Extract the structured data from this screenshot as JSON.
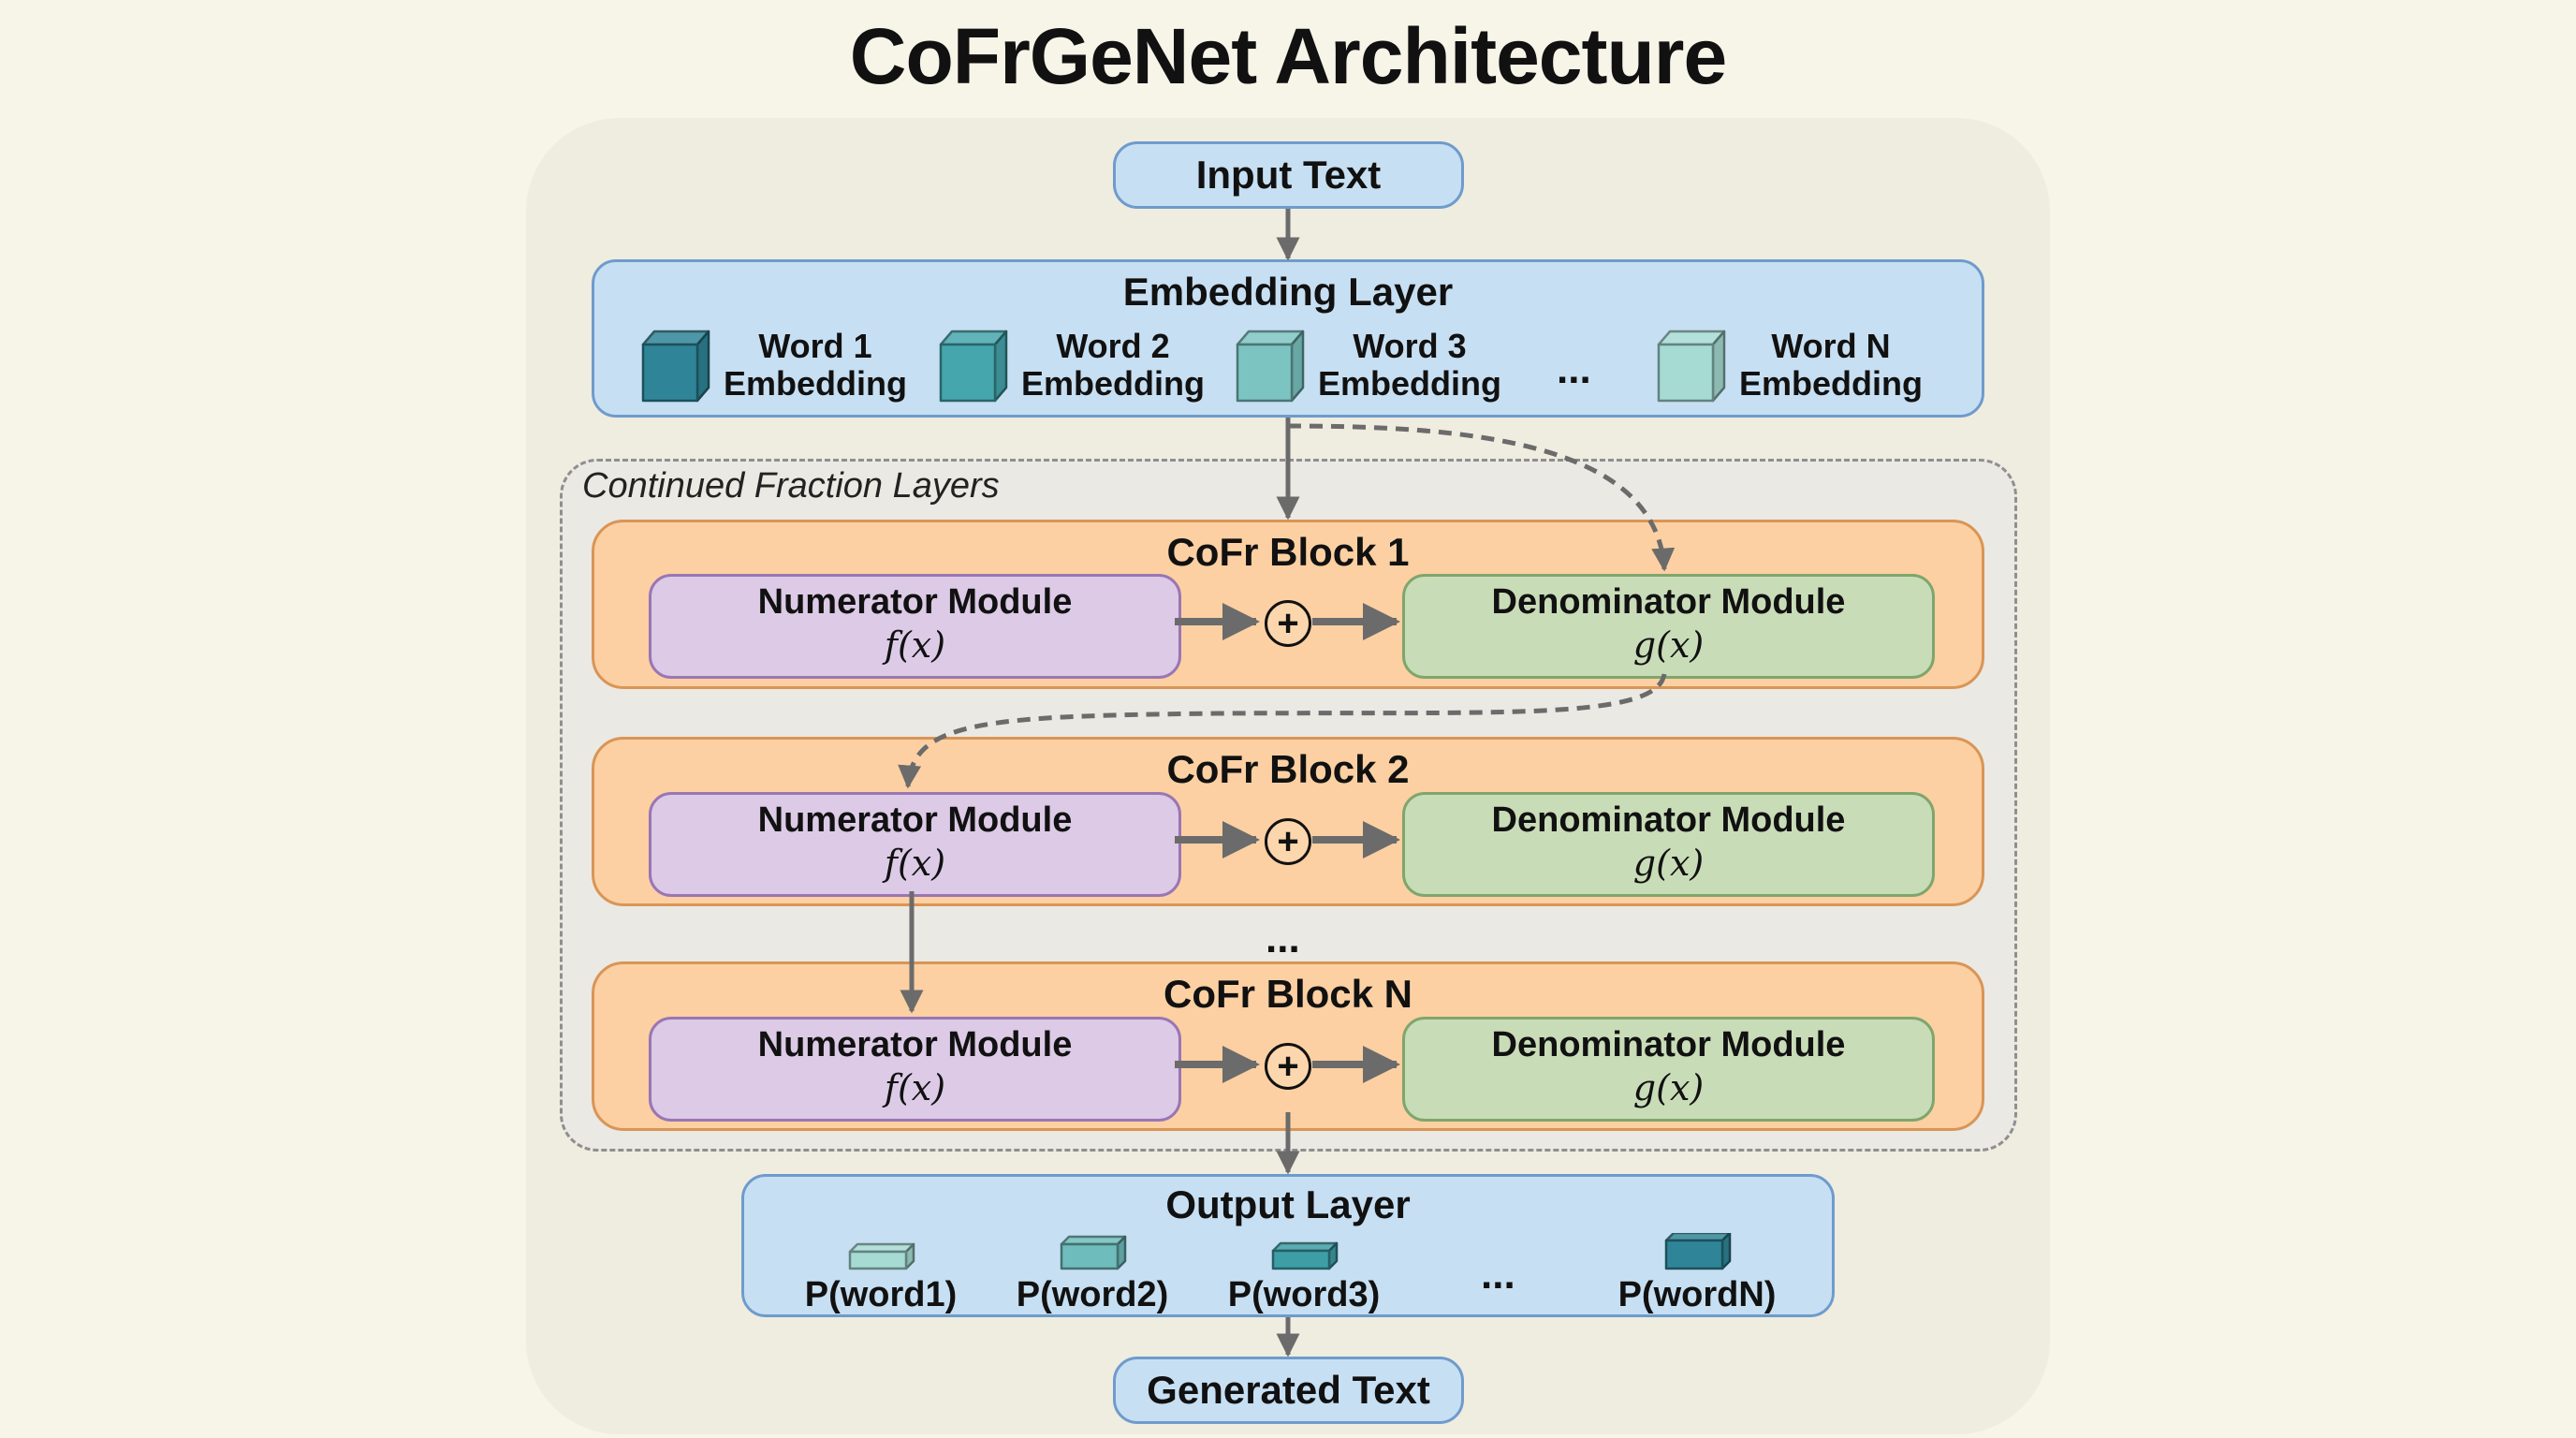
{
  "title": "CoFrGeNet Architecture",
  "input": {
    "label": "Input Text"
  },
  "embedding_layer": {
    "title": "Embedding Layer",
    "words": [
      {
        "line1": "Word 1",
        "line2": "Embedding",
        "icon": "cube-icon",
        "color": "#2f8597"
      },
      {
        "line1": "Word 2",
        "line2": "Embedding",
        "icon": "cube-icon",
        "color": "#45a6ad"
      },
      {
        "line1": "Word 3",
        "line2": "Embedding",
        "icon": "cube-icon",
        "color": "#7cc4c2"
      },
      {
        "line1": "Word N",
        "line2": "Embedding",
        "icon": "cube-icon",
        "color": "#a5dbd3"
      }
    ],
    "ellipsis": "..."
  },
  "continued_fraction": {
    "label": "Continued Fraction Layers",
    "blocks": [
      {
        "title": "CoFr Block 1",
        "numerator": {
          "name": "Numerator Module",
          "func": "f(x)"
        },
        "denominator": {
          "name": "Denominator Module",
          "func": "g(x)"
        },
        "operator": "+"
      },
      {
        "title": "CoFr Block 2",
        "numerator": {
          "name": "Numerator Module",
          "func": "f(x)"
        },
        "denominator": {
          "name": "Denominator Module",
          "func": "g(x)"
        },
        "operator": "+"
      },
      {
        "title": "CoFr Block N",
        "numerator": {
          "name": "Numerator Module",
          "func": "f(x)"
        },
        "denominator": {
          "name": "Denominator Module",
          "func": "g(x)"
        },
        "operator": "+"
      }
    ],
    "ellipsis": "..."
  },
  "output_layer": {
    "title": "Output Layer",
    "probs": [
      {
        "label": "P(word1)",
        "icon": "cube-icon",
        "color": "#a5dbd3"
      },
      {
        "label": "P(word2)",
        "icon": "cube-icon",
        "color": "#6fbcbc"
      },
      {
        "label": "P(word3)",
        "icon": "cube-icon",
        "color": "#3d9ea6"
      },
      {
        "label": "P(wordN)",
        "icon": "cube-icon",
        "color": "#2f8597"
      }
    ],
    "ellipsis": "..."
  },
  "generated": {
    "label": "Generated Text"
  },
  "colors": {
    "background": "#f7f4e8",
    "layer_fill": "#c7dff2",
    "block_fill": "#fcd0a2",
    "numerator_fill": "#dccae6",
    "denominator_fill": "#c9dcb8",
    "arrow": "#6b6b6b"
  }
}
